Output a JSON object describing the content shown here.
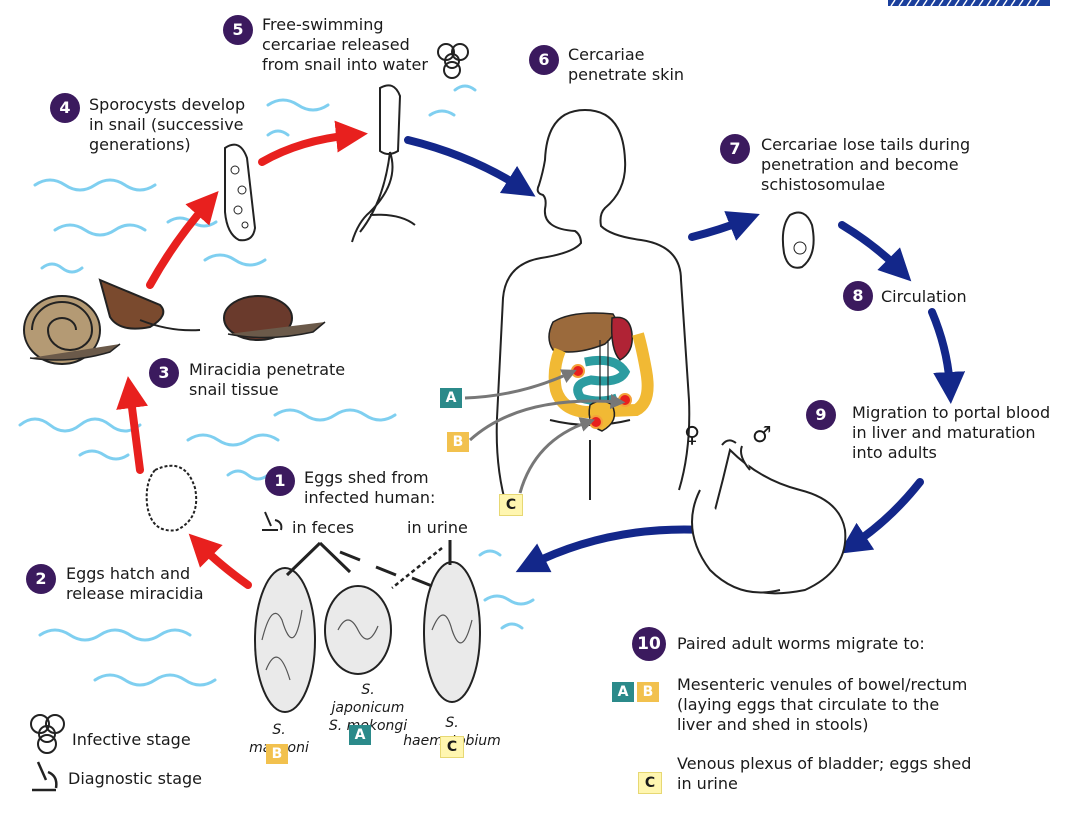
{
  "steps": {
    "s1": {
      "num": "1",
      "line1": "Eggs shed from",
      "line2": "infected human:"
    },
    "s2": {
      "num": "2",
      "line1": "Eggs hatch and",
      "line2": "release miracidia"
    },
    "s3": {
      "num": "3",
      "line1": "Miracidia penetrate",
      "line2": "snail tissue"
    },
    "s4": {
      "num": "4",
      "line1": "Sporocysts develop",
      "line2": "in snail (successive",
      "line3": "generations)"
    },
    "s5": {
      "num": "5",
      "line1": "Free-swimming",
      "line2": "cercariae released",
      "line3": "from snail into water"
    },
    "s6": {
      "num": "6",
      "line1": "Cercariae",
      "line2": "penetrate skin"
    },
    "s7": {
      "num": "7",
      "line1": "Cercariae lose tails during",
      "line2": "penetration and become",
      "line3": "schistosomulae"
    },
    "s8": {
      "num": "8",
      "line1": "Circulation"
    },
    "s9": {
      "num": "9",
      "line1": "Migration to portal blood",
      "line2": "in liver and maturation",
      "line3": "into adults"
    },
    "s10": {
      "num": "10",
      "line1": "Paired adult worms migrate to:"
    }
  },
  "egg_routes": {
    "feces": "in feces",
    "urine": "in urine"
  },
  "species": {
    "mansoni": {
      "name": "S. mansoni",
      "tag": "B"
    },
    "japonicum": {
      "name1": "S. japonicum",
      "name2": "S. mekongi",
      "tag": "A"
    },
    "haematobium": {
      "name": "S. haematobium",
      "tag": "C"
    }
  },
  "body_tags": {
    "a": "A",
    "b": "B",
    "c": "C"
  },
  "destinations": {
    "ab": {
      "tag1": "A",
      "tag2": "B",
      "line1": "Mesenteric venules of bowel/rectum",
      "line2": "(laying eggs that circulate to the",
      "line3": "liver and shed in stools)"
    },
    "c": {
      "tag": "C",
      "line1": "Venous plexus of bladder; eggs shed",
      "line2": "in urine"
    }
  },
  "sex_symbols": {
    "female": "♀",
    "male": "♂"
  },
  "legend": {
    "infective": {
      "icon": "biohazard-icon",
      "label": "Infective stage"
    },
    "diagnostic": {
      "icon": "microscope-icon",
      "label": "Diagnostic stage"
    }
  },
  "colors": {
    "step_badge": "#3b1a5e",
    "arrow_red": "#e8201e",
    "arrow_blue": "#13278a",
    "water": "#7fcff0",
    "tag_a": "#2b8a8a",
    "tag_b": "#f2c14e",
    "tag_c": "#fff6b0"
  }
}
